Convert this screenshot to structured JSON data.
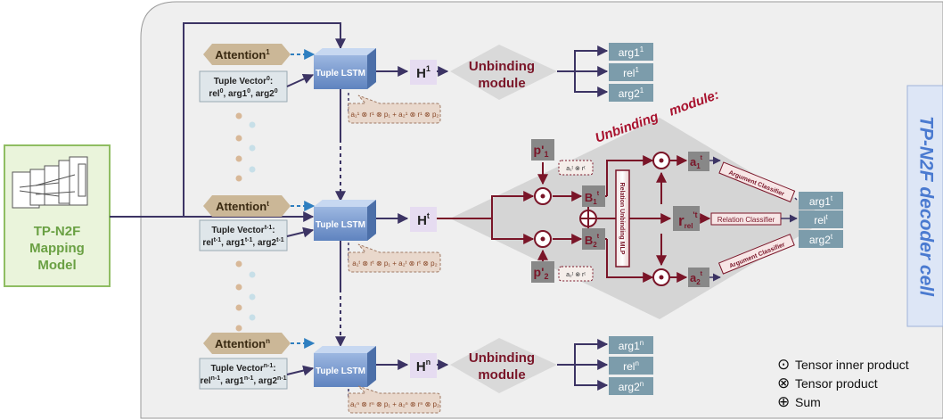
{
  "mapping_model": {
    "line1": "TP-N2F",
    "line2": "Mapping",
    "line3": "Model"
  },
  "decoder_cell_title": "TP-N2F decoder cell",
  "steps": [
    {
      "attention": "Attention",
      "attention_sup": "1",
      "tv_line1": "Tuple Vector",
      "tv_line1_sup": "0",
      "tv_line1_suffix": ":",
      "tv_rel": "rel",
      "tv_rel_sup": "0",
      "tv_arg1": "arg1",
      "tv_arg1_sup": "0",
      "tv_arg2": "arg2",
      "tv_arg2_sup": "0",
      "lstm": "Tuple LSTM",
      "h": "H",
      "h_sup": "1",
      "formula": "a₁¹ ⊗ r¹ ⊗ p₁ + a₂¹ ⊗ r¹ ⊗ p₂",
      "out_arg1": "arg1",
      "out_arg1_sup": "1",
      "out_rel": "rel",
      "out_rel_sup": "1",
      "out_arg2": "arg2",
      "out_arg2_sup": "1"
    },
    {
      "attention": "Attention",
      "attention_sup": "t",
      "tv_line1": "Tuple Vector",
      "tv_line1_sup": "t-1",
      "tv_line1_suffix": ":",
      "tv_rel": "rel",
      "tv_rel_sup": "t-1",
      "tv_arg1": "arg1",
      "tv_arg1_sup": "t-1",
      "tv_arg2": "arg2",
      "tv_arg2_sup": "t-1",
      "lstm": "Tuple LSTM",
      "h": "H",
      "h_sup": "t",
      "formula": "a₁ᵗ ⊗ rᵗ ⊗ p₁ + a₂ᵗ ⊗ rᵗ ⊗ p₂",
      "out_arg1": "arg1",
      "out_arg1_sup": "t",
      "out_rel": "rel",
      "out_rel_sup": "t",
      "out_arg2": "arg2",
      "out_arg2_sup": "t"
    },
    {
      "attention": "Attention",
      "attention_sup": "n",
      "tv_line1": "Tuple Vector",
      "tv_line1_sup": "n-1",
      "tv_line1_suffix": ":",
      "tv_rel": "rel",
      "tv_rel_sup": "n-1",
      "tv_arg1": "arg1",
      "tv_arg1_sup": "n-1",
      "tv_arg2": "arg2",
      "tv_arg2_sup": "n-1",
      "lstm": "Tuple LSTM",
      "h": "H",
      "h_sup": "n",
      "formula": "a₁ⁿ ⊗ rⁿ ⊗ p₁ + a₂ⁿ ⊗ rⁿ ⊗ p₂",
      "out_arg1": "arg1",
      "out_arg1_sup": "n",
      "out_rel": "rel",
      "out_rel_sup": "n",
      "out_arg2": "arg2",
      "out_arg2_sup": "n"
    }
  ],
  "unbinding_module": {
    "line1": "Unbinding",
    "line2": "module"
  },
  "expanded": {
    "title_part1": "Unbinding",
    "title_part2": "module:",
    "p1": "p'",
    "p1_sub": "1",
    "p2": "p'",
    "p2_sub": "2",
    "b1": "B",
    "b1_sub": "1",
    "b1_sup": "t",
    "b2": "B",
    "b2_sub": "2",
    "b2_sup": "t",
    "small_formula_top": "a₁ᵗ ⊗ rᵗ",
    "small_formula_bottom": "a₂ᵗ ⊗ rᵗ",
    "mlp_label": "Relation Unbinding MLP",
    "r_main": "r",
    "r_sub": "rel",
    "r_sup": "'t",
    "a1": "a",
    "a1_sub": "1",
    "a1_sup": "t",
    "a2": "a",
    "a2_sub": "2",
    "a2_sup": "t",
    "argument_classifier": "Argument Classifier",
    "relation_classifier": "Relation Classifier"
  },
  "legend": {
    "inner": "Tensor inner product",
    "product": "Tensor product",
    "sum": "Sum",
    "inner_symbol": "⊙",
    "product_symbol": "⊗",
    "sum_symbol": "⊕"
  },
  "colors": {
    "panel": "#efefef",
    "teal": "#7c9cab",
    "maroon": "#7a1528",
    "tan": "#cbb797",
    "lstm": "#7e9ecf",
    "green": "#8fbd62",
    "h_bg": "#e6dcf1",
    "line": "#3c3464"
  }
}
